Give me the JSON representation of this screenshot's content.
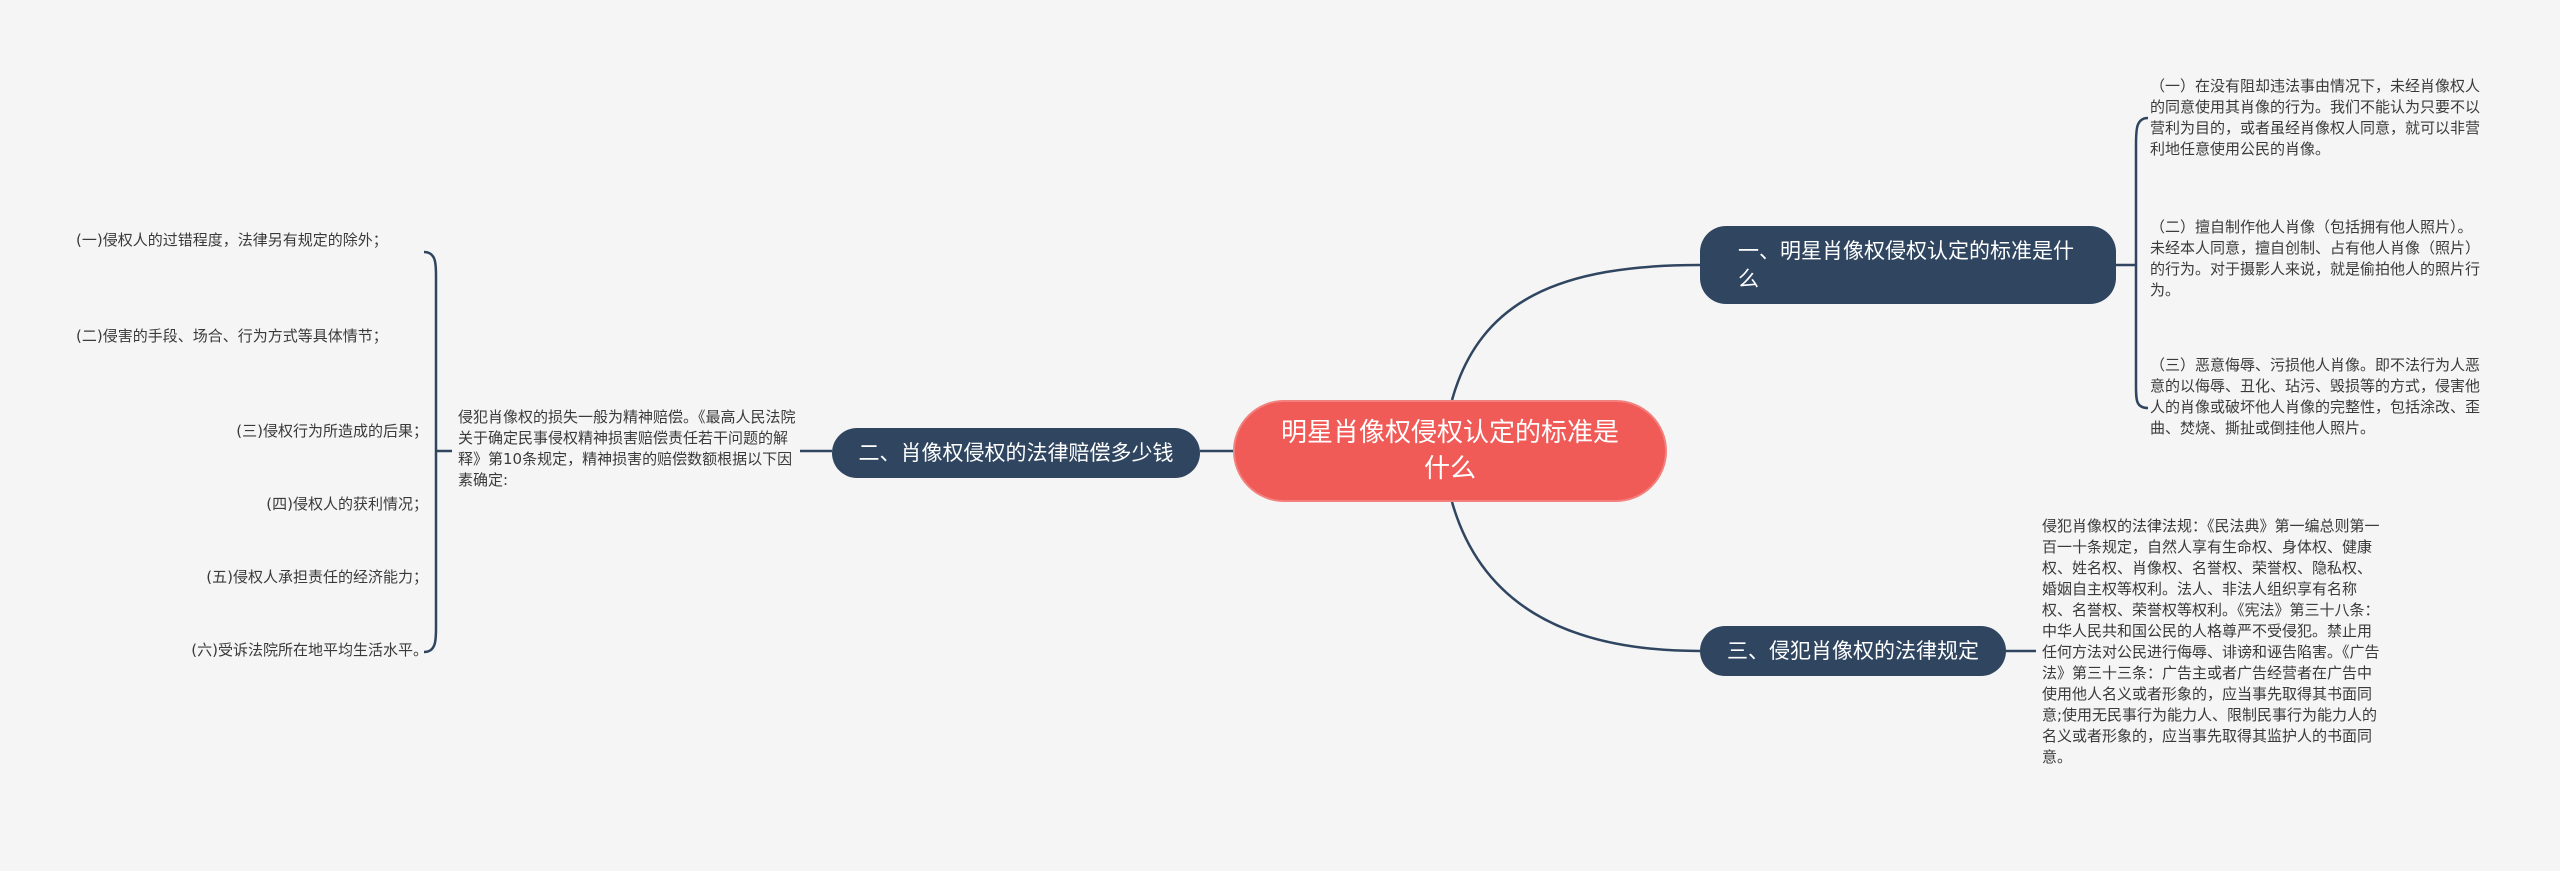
{
  "mindmap": {
    "root": {
      "label": "明星肖像权侵权认定的标准是什么"
    },
    "branches": [
      {
        "label": "一、明星肖像权侵权认定的标准是什么",
        "leaves": [
          "（一）在没有阻却违法事由情况下，未经肖像权人的同意使用其肖像的行为。我们不能认为只要不以营利为目的，或者虽经肖像权人同意，就可以非营利地任意使用公民的肖像。",
          "（二）擅自制作他人肖像（包括拥有他人照片）。未经本人同意，擅自创制、占有他人肖像（照片）的行为。对于摄影人来说，就是偷拍他人的照片行为。",
          "（三）恶意侮辱、污损他人肖像。即不法行为人恶意的以侮辱、丑化、玷污、毁损等的方式，侵害他人的肖像或破坏他人肖像的完整性，包括涂改、歪曲、焚烧、撕扯或倒挂他人照片。"
        ]
      },
      {
        "label": "二、肖像权侵权的法律赔偿多少钱",
        "leaves": [
          "侵犯肖像权的损失一般为精神赔偿。《最高人民法院关于确定民事侵权精神损害赔偿责任若干问题的解释》第10条规定，精神损害的赔偿数额根据以下因素确定:"
        ],
        "subleaves": [
          "(一)侵权人的过错程度，法律另有规定的除外；",
          "(二)侵害的手段、场合、行为方式等具体情节；",
          "(三)侵权行为所造成的后果；",
          "(四)侵权人的获利情况；",
          "(五)侵权人承担责任的经济能力；",
          "(六)受诉法院所在地平均生活水平。"
        ]
      },
      {
        "label": "三、侵犯肖像权的法律规定",
        "leaves": [
          "侵犯肖像权的法律法规：《民法典》第一编总则第一百一十条规定，自然人享有生命权、身体权、健康权、姓名权、肖像权、名誉权、荣誉权、隐私权、婚姻自主权等权利。法人、非法人组织享有名称权、名誉权、荣誉权等权利。《宪法》第三十八条：中华人民共和国公民的人格尊严不受侵犯。禁止用任何方法对公民进行侮辱、诽谤和诬告陷害。《广告法》第三十三条：广告主或者广告经营者在广告中使用他人名义或者形象的，应当事先取得其书面同意;使用无民事行为能力人、限制民事行为能力人的名义或者形象的，应当事先取得其监护人的书面同意。"
        ]
      }
    ]
  },
  "colors": {
    "background": "#f5f5f5",
    "root_fill": "#f05a57",
    "branch_fill": "#2f4560",
    "connector": "#2f4560",
    "leaf_text": "#3a3a3a"
  }
}
